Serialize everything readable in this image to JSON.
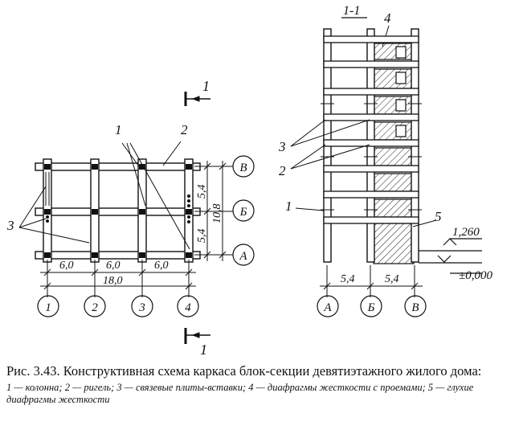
{
  "plan": {
    "section_arrow_top": "1",
    "section_arrow_bottom": "1",
    "dim_bays": [
      "6,0",
      "6,0",
      "6,0"
    ],
    "dim_total": "18,0",
    "dim_spans": [
      "5,4",
      "5,4"
    ],
    "dim_depth": "10,8",
    "axes_numbers": [
      "1",
      "2",
      "3",
      "4"
    ],
    "axes_letters": [
      "В",
      "Б",
      "А"
    ],
    "callouts": [
      "1",
      "2",
      "3"
    ]
  },
  "section": {
    "title": "1-1",
    "dim_spans": [
      "5,4",
      "5,4"
    ],
    "axes_letters": [
      "А",
      "Б",
      "В"
    ],
    "level_top": "1,260",
    "level_zero": "±0,000",
    "callouts": [
      "1",
      "2",
      "3",
      "4",
      "5"
    ]
  },
  "caption": {
    "title": "Рис. 3.43. Конструктивная схема каркаса блок-секции девятиэтажного жилого дома:",
    "legend": [
      {
        "num": "1",
        "text": " — колонна; "
      },
      {
        "num": "2",
        "text": " — ригель; "
      },
      {
        "num": "3",
        "text": " — связевые плиты-вставки; "
      },
      {
        "num": "4",
        "text": " — диафрагмы жесткости с проемами; "
      },
      {
        "num": "5",
        "text": " — глухие диафрагмы жесткости"
      }
    ]
  }
}
